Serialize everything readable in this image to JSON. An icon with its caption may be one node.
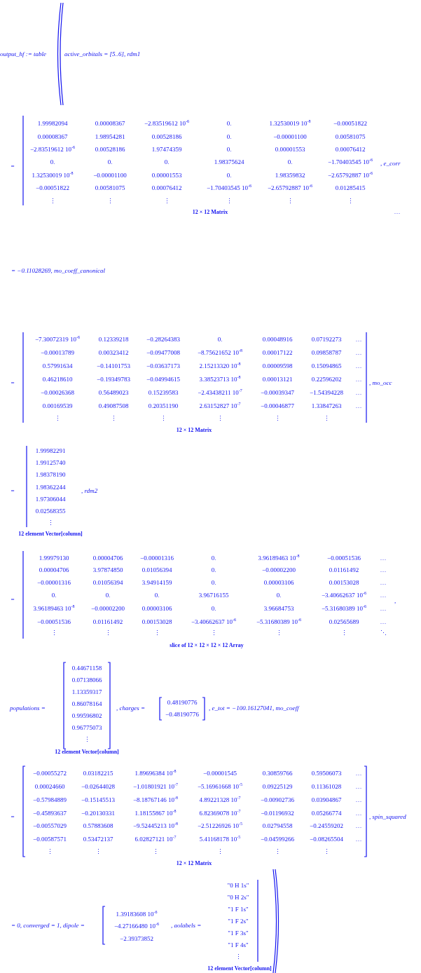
{
  "diagram": {
    "labels": [
      "output_hf := table",
      "active_orbitals = [5..6], rdm1",
      "=",
      "1.99982094",
      "0.00008367",
      "−2.83519612 10$^{-6}$",
      "0.",
      "1.32530019 10$^{-8}$",
      "−0.00051822",
      "0.00008367",
      "1.98954281",
      "0.00528186",
      "0.",
      "−0.00001100",
      "0.00581075",
      "−2.83519612 10$^{-6}$",
      "0.00528186",
      "1.97474359",
      "0.",
      "0.00001553",
      "0.00076412",
      "0.",
      "0.",
      "0.",
      "1.98375624",
      "0.",
      "−1.70403545 10$^{-6}$",
      "1.32530019 10$^{-8}$",
      "−0.00001100",
      "0.00001553",
      "0.",
      "1.98359832",
      "−2.65792887 10$^{-6}$",
      "−0.00051822",
      "0.00581075",
      "0.00076412",
      "−1.70403545 10$^{-6}$",
      "−2.65792887 10$^{-6}$",
      "0.01285415",
      "⋮",
      "⋮",
      "⋮",
      "⋮",
      "⋮",
      "⋮",
      ", e_corr",
      "12 × 12 Matrix",
      "…",
      "= −0.11028269, mo_coeff_canonical",
      "=",
      "−7.30072319 10$^{-6}$",
      "0.12339218",
      "−0.28264383",
      "0.",
      "0.00048916",
      "0.07192273",
      "…",
      "−0.00013789",
      "0.00323412",
      "−0.09477008",
      "−8.75621652 10$^{-8}$",
      "0.00017122",
      "0.09858787",
      "…",
      "0.57991634",
      "−0.14101753",
      "−0.03637173",
      "2.15213320 10$^{-8}$",
      "0.00009598",
      "0.15094865",
      "…",
      "0.46218610",
      "−0.19349783",
      "−0.04994615",
      "3.38523713 10$^{-8}$",
      "0.00013121",
      "0.22596202",
      "…",
      "−0.00026368",
      "0.56489023",
      "0.15239583",
      "−2.43438211 10$^{-7}$",
      "−0.00039347",
      "−1.54394228",
      "…",
      "0.00169539",
      "0.49087508",
      "0.20351190",
      "2.63152827 10$^{-7}$",
      "−0.00046877",
      "1.33847263",
      "…",
      "⋮",
      "⋮",
      "⋮",
      "⋮",
      "⋮",
      "⋮",
      ", mo_occ",
      "12 × 12 Matrix",
      "=",
      "1.99982291",
      "1.99125740",
      "1.98378190",
      "1.98362244",
      "1.97306044",
      "0.02568355",
      "⋮",
      ", rdm2",
      "12 element Vector[column]",
      "=",
      "1.99979130",
      "0.00004706",
      "−0.00001316",
      "0.",
      "3.96189463 10$^{-8}$",
      "−0.00051536",
      "…",
      "0.00004706",
      "3.97874850",
      "0.01056394",
      "0.",
      "−0.00002200",
      "0.01161492",
      "…",
      "−0.00001316",
      "0.01056394",
      "3.94914159",
      "0.",
      "0.00003106",
      "0.00153028",
      "…",
      "0.",
      "0.",
      "0.",
      "3.96716155",
      "0.",
      "−3.40662637 10$^{-6}$",
      "…",
      "3.96189463 10$^{-8}$",
      "−0.00002200",
      "0.00003106",
      "0.",
      "3.96684753",
      "−5.31680389 10$^{-6}$",
      "…",
      "−0.00051536",
      "0.01161492",
      "0.00153028",
      "−3.40662637 10$^{-6}$",
      "−5.31680389 10$^{-6}$",
      "0.02565689",
      "…",
      "⋮",
      "⋮",
      "⋮",
      "⋮",
      "⋮",
      "⋮",
      "⋱",
      ",",
      "slice of 12 × 12 × 12 × 12 Array",
      "populations =",
      "0.44671158",
      "0.07138066",
      "1.13359317",
      "0.86078164",
      "0.99596802",
      "0.96775073",
      "⋮",
      "12 element Vector[column]",
      ", charges =",
      "0.48190776",
      "−0.48190776",
      ", e_tot = −100.16127041, mo_coeff",
      "=",
      "−0.00055272",
      "0.03182215",
      "1.89696384 10$^{-8}$",
      "−0.00001545",
      "0.30859766",
      "0.59506073",
      "…",
      "0.00024660",
      "−0.02644028",
      "−1.01801921 10$^{-7}$",
      "−5.16961668 10$^{-5}$",
      "0.09225129",
      "0.11361028",
      "…",
      "−0.57984889",
      "−0.15145513",
      "−8.18767146 10$^{-8}$",
      "4.89221328 10$^{-7}$",
      "−0.00902736",
      "0.03904867",
      "…",
      "−0.45893637",
      "−0.20130331",
      "1.18155867 10$^{-8}$",
      "6.82369078 10$^{-7}$",
      "−0.01196932",
      "0.05266774",
      "…",
      "−0.00557029",
      "0.57883608",
      "−9.52445213 10$^{-8}$",
      "−2.51226926 10$^{-5}$",
      "0.02794558",
      "−0.24559202",
      "…",
      "−0.00587571",
      "0.53472137",
      "6.02827121 10$^{-7}$",
      "5.41168178 10$^{-5}$",
      "−0.04599266",
      "−0.08265504",
      "…",
      "⋮",
      "⋮",
      "⋮",
      "⋮",
      "⋮",
      "⋮",
      ", spin_squared",
      "12 × 12 Matrix",
      "= 0, converged = 1, dipole =",
      "1.39183608 10$^{-6}$",
      "−4.27166480 10$^{-6}$",
      "−2.39373852",
      ", aolabels =",
      "\"0 H 1s\"",
      "\"0 H 2s\"",
      "\"1 F 1s\"",
      "\"1 F 2s\"",
      "\"1 F 3s\"",
      "\"1 F 4s\"",
      "⋮",
      "12 element Vector[column]"
    ]
  }
}
